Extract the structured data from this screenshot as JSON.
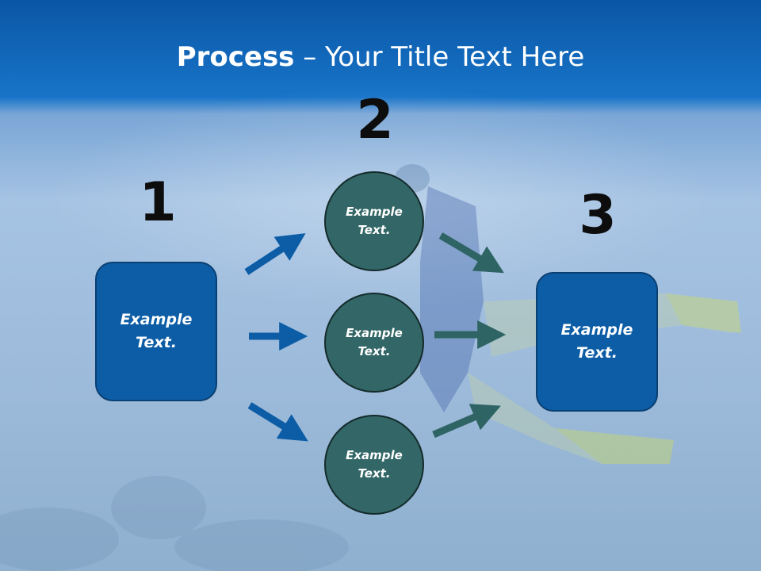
{
  "title": {
    "bold": "Process",
    "rest": " – Your Title Text Here"
  },
  "steps": [
    {
      "number": "1",
      "box": {
        "line1": "Example",
        "line2": "Text."
      }
    },
    {
      "number": "2",
      "circles": [
        {
          "line1": "Example",
          "line2": "Text."
        },
        {
          "line1": "Example",
          "line2": "Text."
        },
        {
          "line1": "Example",
          "line2": "Text."
        }
      ]
    },
    {
      "number": "3",
      "box": {
        "line1": "Example",
        "line2": "Text."
      }
    }
  ],
  "colors": {
    "box": "#0c5da6",
    "circle": "#336666",
    "arrow_blue": "#0c5da6",
    "arrow_teal": "#2f6464",
    "header": "#0a5cae"
  }
}
